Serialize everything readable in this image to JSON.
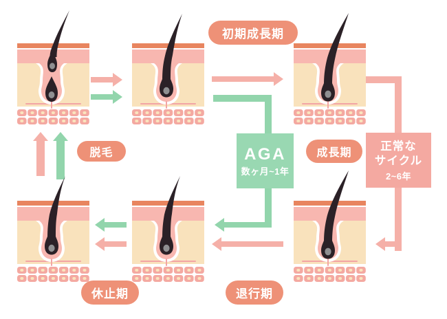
{
  "diagram": {
    "type": "hair-growth-cycle",
    "stage_labels": {
      "early_growth": "初期成長期",
      "growth": "成長期",
      "shedding": "脱毛",
      "telogen": "休止期",
      "catagen": "退行期"
    },
    "aga_box": {
      "title": "AGA",
      "duration": "数ヶ月~1年"
    },
    "normal_cycle_box": {
      "line1": "正常な",
      "line2": "サイクル",
      "duration": "2~6年"
    },
    "colors": {
      "label_orange": "#EE9177",
      "aga_green": "#99D8B2",
      "arrow_green": "#92D5AC",
      "normal_cycle_pink": "#F4A9A1",
      "arrow_pink": "#F5B0A8",
      "skin_surface_orange": "#E8855F",
      "epidermis_pink": "#F8B7B0",
      "dermis_cream": "#F9E2BC",
      "fat_cell_pink": "#F4A9A1",
      "hair_dark": "#2B2127",
      "hair_bulb_gray": "#8F8F91",
      "background": "#FFFFFF"
    },
    "panels": [
      {
        "position": "top-left",
        "stage": "new-hair-pushing-out-club-hair"
      },
      {
        "position": "top-middle",
        "stage": "early-growing-hair"
      },
      {
        "position": "top-right",
        "stage": "full-grown-hair"
      },
      {
        "position": "bottom-left",
        "stage": "resting-hair"
      },
      {
        "position": "bottom-middle",
        "stage": "resting-hair"
      },
      {
        "position": "bottom-right",
        "stage": "full-grown-hair"
      }
    ]
  }
}
